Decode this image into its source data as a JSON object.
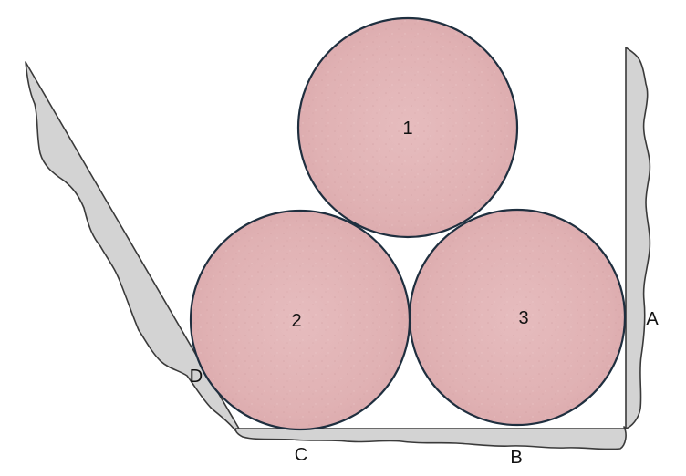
{
  "cylinders": [
    {
      "label": "1"
    },
    {
      "label": "2"
    },
    {
      "label": "3"
    }
  ],
  "contact_points": {
    "A": "A",
    "B": "B",
    "C": "C",
    "D": "D"
  },
  "colors": {
    "cylinder_fill": "#e3b3b5",
    "cylinder_stroke": "#1f2f3f",
    "wall_fill": "#d3d3d3",
    "wall_stroke": "#3a3a3a"
  }
}
